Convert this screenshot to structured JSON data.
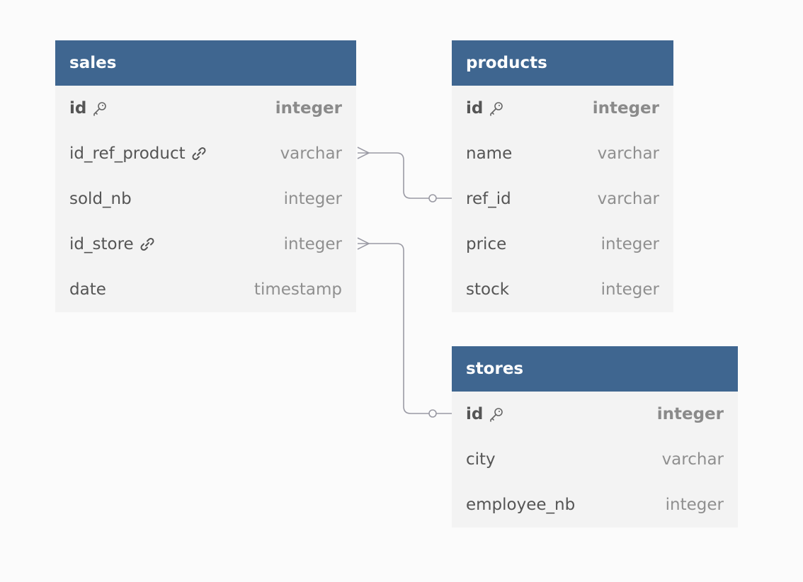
{
  "tables": [
    {
      "key": "sales",
      "title": "sales",
      "columns": [
        {
          "name": "id",
          "type": "integer",
          "pk": true,
          "icon": "key-icon"
        },
        {
          "name": "id_ref_product",
          "type": "varchar",
          "pk": false,
          "icon": "link-icon"
        },
        {
          "name": "sold_nb",
          "type": "integer",
          "pk": false,
          "icon": ""
        },
        {
          "name": "id_store",
          "type": "integer",
          "pk": false,
          "icon": "link-icon"
        },
        {
          "name": "date",
          "type": "timestamp",
          "pk": false,
          "icon": ""
        }
      ]
    },
    {
      "key": "products",
      "title": "products",
      "columns": [
        {
          "name": "id",
          "type": "integer",
          "pk": true,
          "icon": "key-icon"
        },
        {
          "name": "name",
          "type": "varchar",
          "pk": false,
          "icon": ""
        },
        {
          "name": "ref_id",
          "type": "varchar",
          "pk": false,
          "icon": ""
        },
        {
          "name": "price",
          "type": "integer",
          "pk": false,
          "icon": ""
        },
        {
          "name": "stock",
          "type": "integer",
          "pk": false,
          "icon": ""
        }
      ]
    },
    {
      "key": "stores",
      "title": "stores",
      "columns": [
        {
          "name": "id",
          "type": "integer",
          "pk": true,
          "icon": "key-icon"
        },
        {
          "name": "city",
          "type": "varchar",
          "pk": false,
          "icon": ""
        },
        {
          "name": "employee_nb",
          "type": "integer",
          "pk": false,
          "icon": ""
        }
      ]
    }
  ],
  "relations": [
    {
      "from_table": "sales",
      "from_column": "id_ref_product",
      "to_table": "products",
      "to_column": "ref_id",
      "type": "many-to-one"
    },
    {
      "from_table": "sales",
      "from_column": "id_store",
      "to_table": "stores",
      "to_column": "id",
      "type": "many-to-one"
    }
  ],
  "colors": {
    "header_bg": "#3f6690",
    "table_bg": "#f3f3f3",
    "line": "#9a9aa4",
    "background": "#fbfbfb"
  }
}
